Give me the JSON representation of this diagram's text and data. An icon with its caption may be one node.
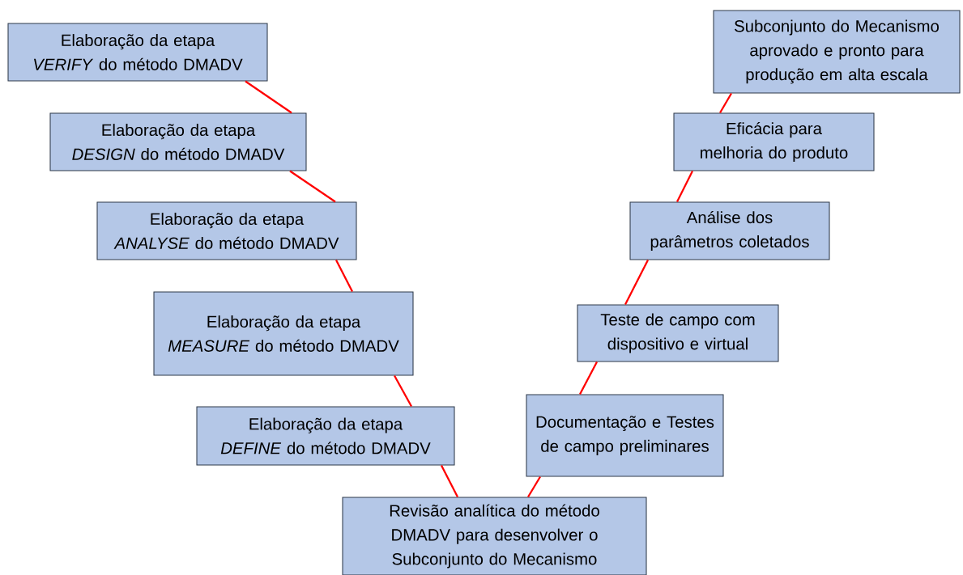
{
  "diagram": {
    "nodes": [
      {
        "text": [
          "Elaboração da etapa *VERIFY* do método DMADV"
        ]
      },
      {
        "text": [
          "Elaboração da etapa *DESIGN* do método DMADV"
        ]
      },
      {
        "text": [
          "Elaboração da etapa *ANALYSE* do método DMADV"
        ]
      },
      {
        "text": [
          "Elaboração da etapa *MEASURE* do método DMADV"
        ]
      },
      {
        "text": [
          "Elaboração da etapa *DEFINE* do método DMADV"
        ]
      },
      {
        "text": [
          "Revisão analítica do método DMADV para desenvolver o Subconjunto do Mecanismo"
        ]
      },
      {
        "text": [
          "Documentação e Testes de campo preliminares"
        ]
      },
      {
        "text": [
          "Teste de campo com dispositivo e virtual"
        ]
      },
      {
        "text": [
          "Análise dos parâmetros coletados"
        ]
      },
      {
        "text": [
          "Eficácia para melhoria do produto"
        ]
      },
      {
        "text": [
          "Subconjunto do Mecanismo aprovado e pronto para produção em alta escala"
        ]
      }
    ],
    "edges": [
      {
        "from": 0,
        "to": 1,
        "arrow": "none"
      },
      {
        "from": 1,
        "to": 2,
        "arrow": "none"
      },
      {
        "from": 2,
        "to": 3,
        "arrow": "none"
      },
      {
        "from": 3,
        "to": 4,
        "arrow": "none"
      },
      {
        "from": 4,
        "to": 5,
        "arrow": "none"
      },
      {
        "from": 5,
        "to": 6,
        "arrow": "none"
      },
      {
        "from": 6,
        "to": 7,
        "arrow": "none"
      },
      {
        "from": 7,
        "to": 8,
        "arrow": "none"
      },
      {
        "from": 8,
        "to": 9,
        "arrow": "none"
      },
      {
        "from": 9,
        "to": 10,
        "arrow": "none"
      }
    ]
  }
}
